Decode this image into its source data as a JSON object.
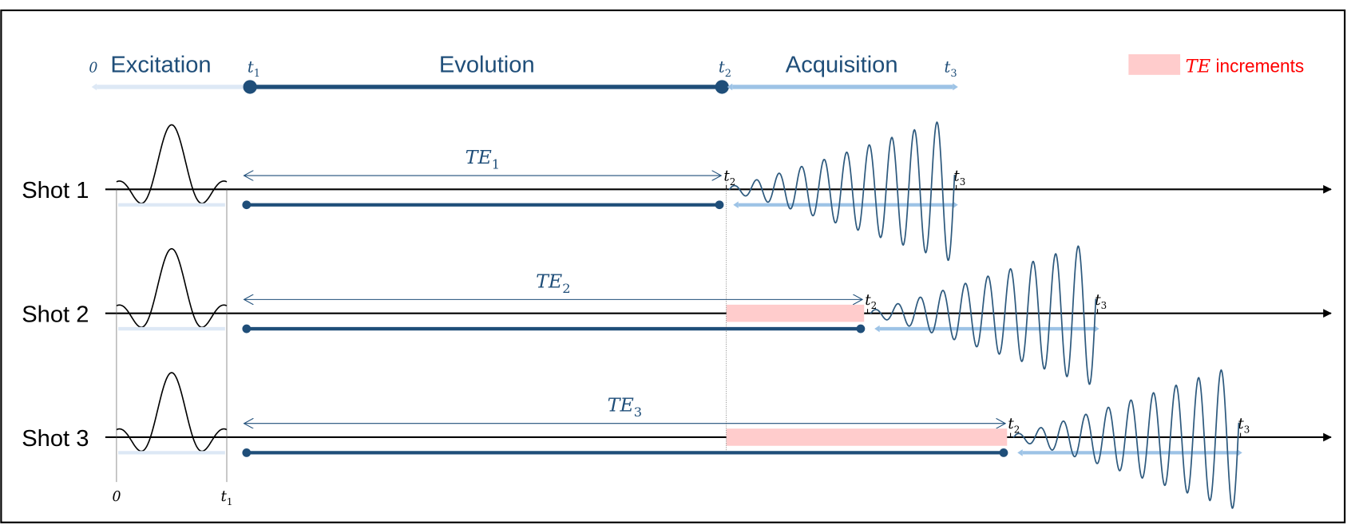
{
  "header": {
    "start_label": "0",
    "excitation": "Excitation",
    "t1": "t",
    "t1_sub": "1",
    "evolution": "Evolution",
    "t2": "t",
    "t2_sub": "2",
    "acquisition": "Acquisition",
    "t3": "t",
    "t3_sub": "3"
  },
  "legend": {
    "symbol": "TE",
    "text": " increments",
    "color": "#ffcccc",
    "text_color": "#ff0000"
  },
  "shots": [
    {
      "label": "Shot 1",
      "te": "TE",
      "te_sub": "1",
      "te_increment": 0
    },
    {
      "label": "Shot 2",
      "te": "TE",
      "te_sub": "2",
      "te_increment": 1
    },
    {
      "label": "Shot 3",
      "te": "TE",
      "te_sub": "3",
      "te_increment": 2
    }
  ],
  "axis_labels": {
    "zero": "0",
    "t1": "t",
    "t1_sub": "1",
    "t2": "t",
    "t2_sub": "2",
    "t3": "t",
    "t3_sub": "3"
  },
  "colors": {
    "dark": "#1f4e79",
    "light": "#9dc3e6",
    "pale": "#dde8f5",
    "fid": "#2e5a7e",
    "increment": "#ffcccc"
  }
}
